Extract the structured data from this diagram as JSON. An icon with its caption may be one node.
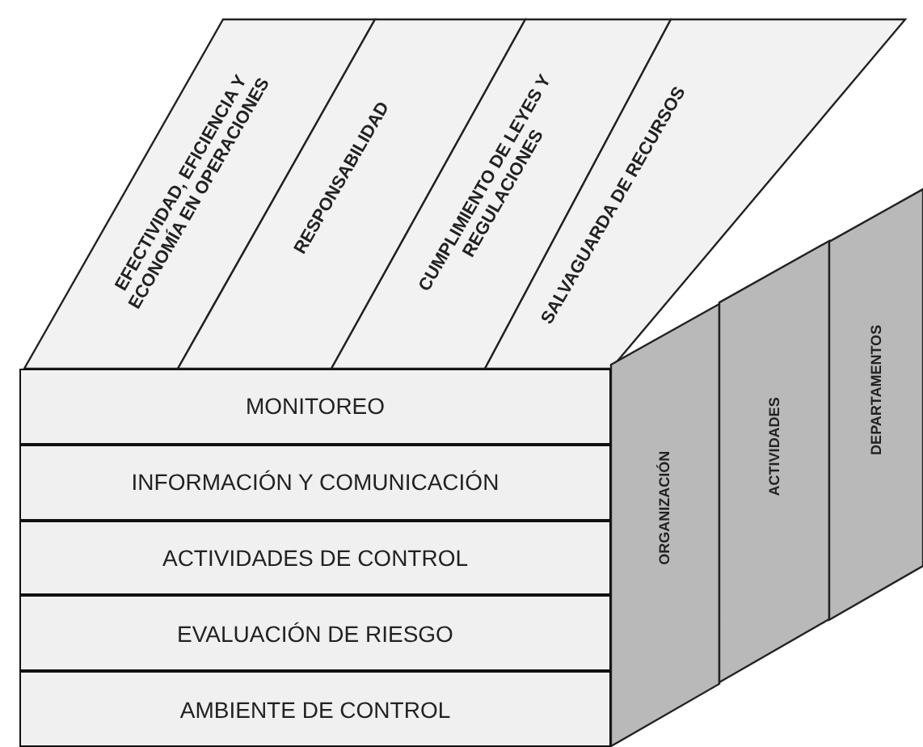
{
  "diagram": {
    "nodes": [
      {
        "text": [
          "EFECTIVIDAD, EFICIENCIA Y ECONOMÍA EN OPERACIONES"
        ]
      },
      {
        "text": [
          "RESPONSABILIDAD"
        ]
      },
      {
        "text": [
          "CUMPLIMIENTO DE LEYES Y REGULACIONES"
        ]
      },
      {
        "text": [
          "SALVAGUARDA DE RECURSOS"
        ]
      },
      {
        "text": [
          "MONITOREO"
        ]
      },
      {
        "text": [
          "INFORMACIÓN Y COMUNICACIÓN"
        ]
      },
      {
        "text": [
          "ACTIVIDADES DE CONTROL"
        ]
      },
      {
        "text": [
          "EVALUACIÓN DE RIESGO"
        ]
      },
      {
        "text": [
          "AMBIENTE DE CONTROL"
        ]
      },
      {
        "text": [
          "ORGANIZACIÓN"
        ]
      },
      {
        "text": [
          "ACTIVIDADES"
        ]
      },
      {
        "text": [
          "DEPARTAMENTOS"
        ]
      }
    ]
  }
}
